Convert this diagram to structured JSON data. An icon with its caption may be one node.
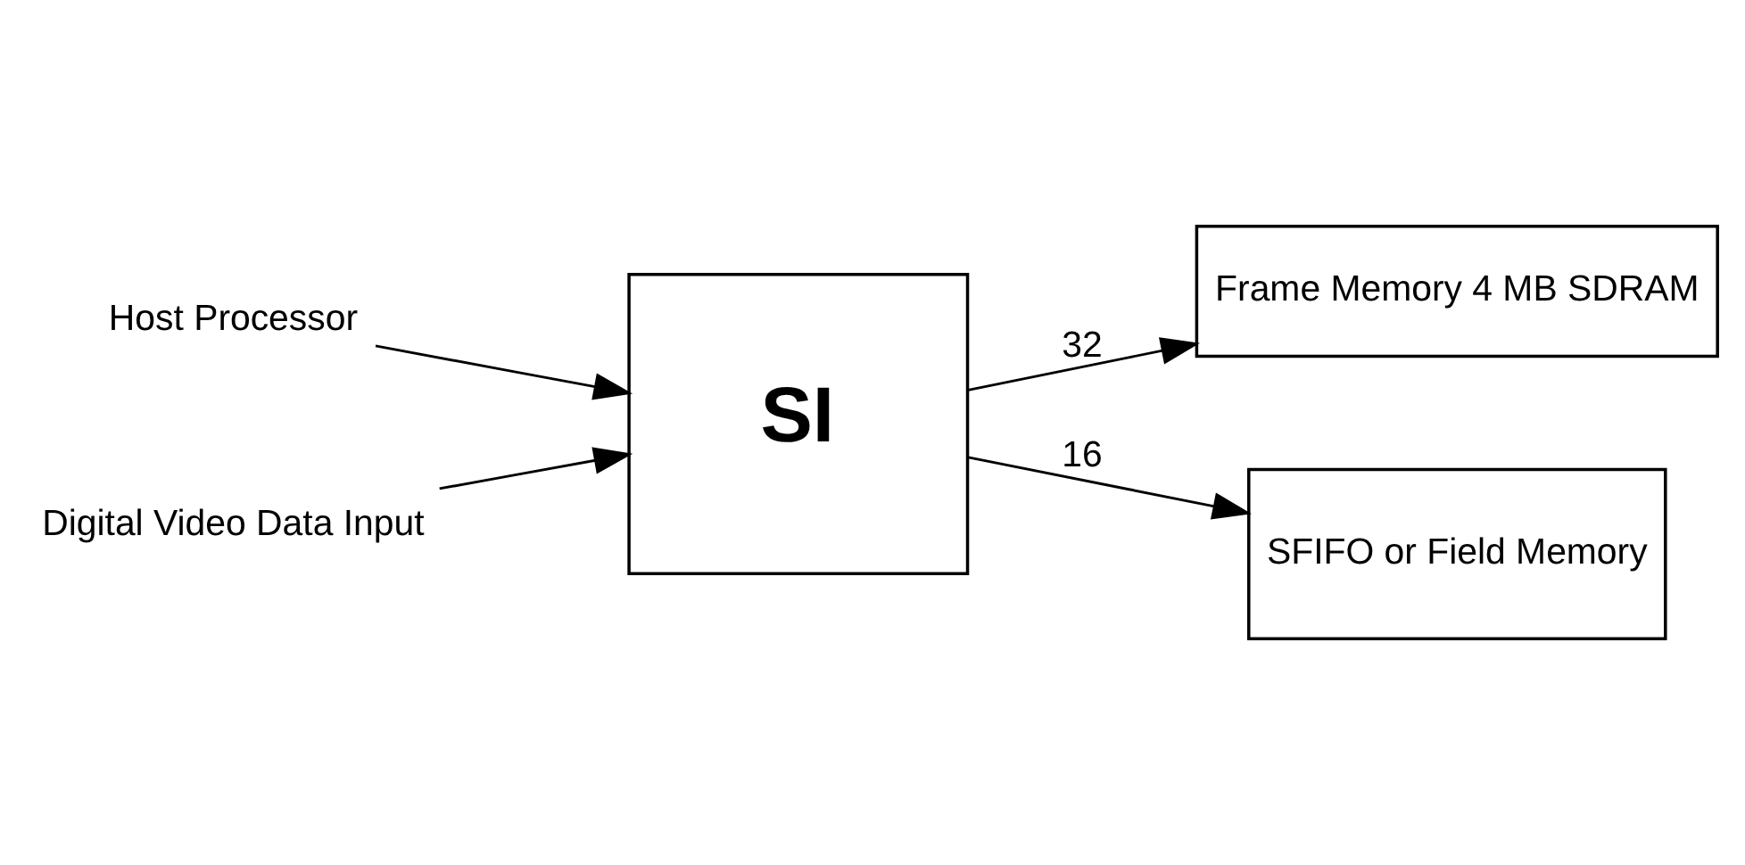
{
  "diagram": {
    "nodes": [
      {
        "text": [
          "Frame Memory 4 MB SDRAM"
        ]
      },
      {
        "text": [
          "SI"
        ]
      },
      {
        "text": [
          "SFIFO or Field Memory"
        ]
      },
      {
        "text": [
          "Host Processor"
        ]
      },
      {
        "text": [
          "Digital Video Data Input"
        ]
      }
    ],
    "edges": [
      {
        "from": 1,
        "to": 0,
        "arrow": "to",
        "label": "32"
      },
      {
        "from": 3,
        "to": 1,
        "arrow": "to"
      },
      {
        "from": 4,
        "to": 1,
        "arrow": "to"
      },
      {
        "from": 1,
        "to": 2,
        "arrow": "to",
        "label": "16"
      }
    ]
  }
}
